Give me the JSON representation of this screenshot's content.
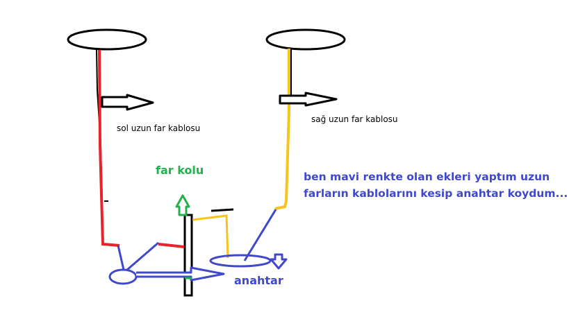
{
  "colors": {
    "red_wire": "#e8232b",
    "yellow_wire": "#f7c31d",
    "blue_additions": "#3f48cc",
    "green_label": "#22b14c",
    "outline": "#000000"
  },
  "labels": {
    "left_cable": "sol uzun far kablosu",
    "right_cable": "sağ uzun far kablosu",
    "stalk": "far kolu",
    "switch": "anahtar",
    "note_line1": "ben mavi renkte olan ekleri yaptım uzun",
    "note_line2": "farların kablolarını kesip anahtar koydum..."
  }
}
